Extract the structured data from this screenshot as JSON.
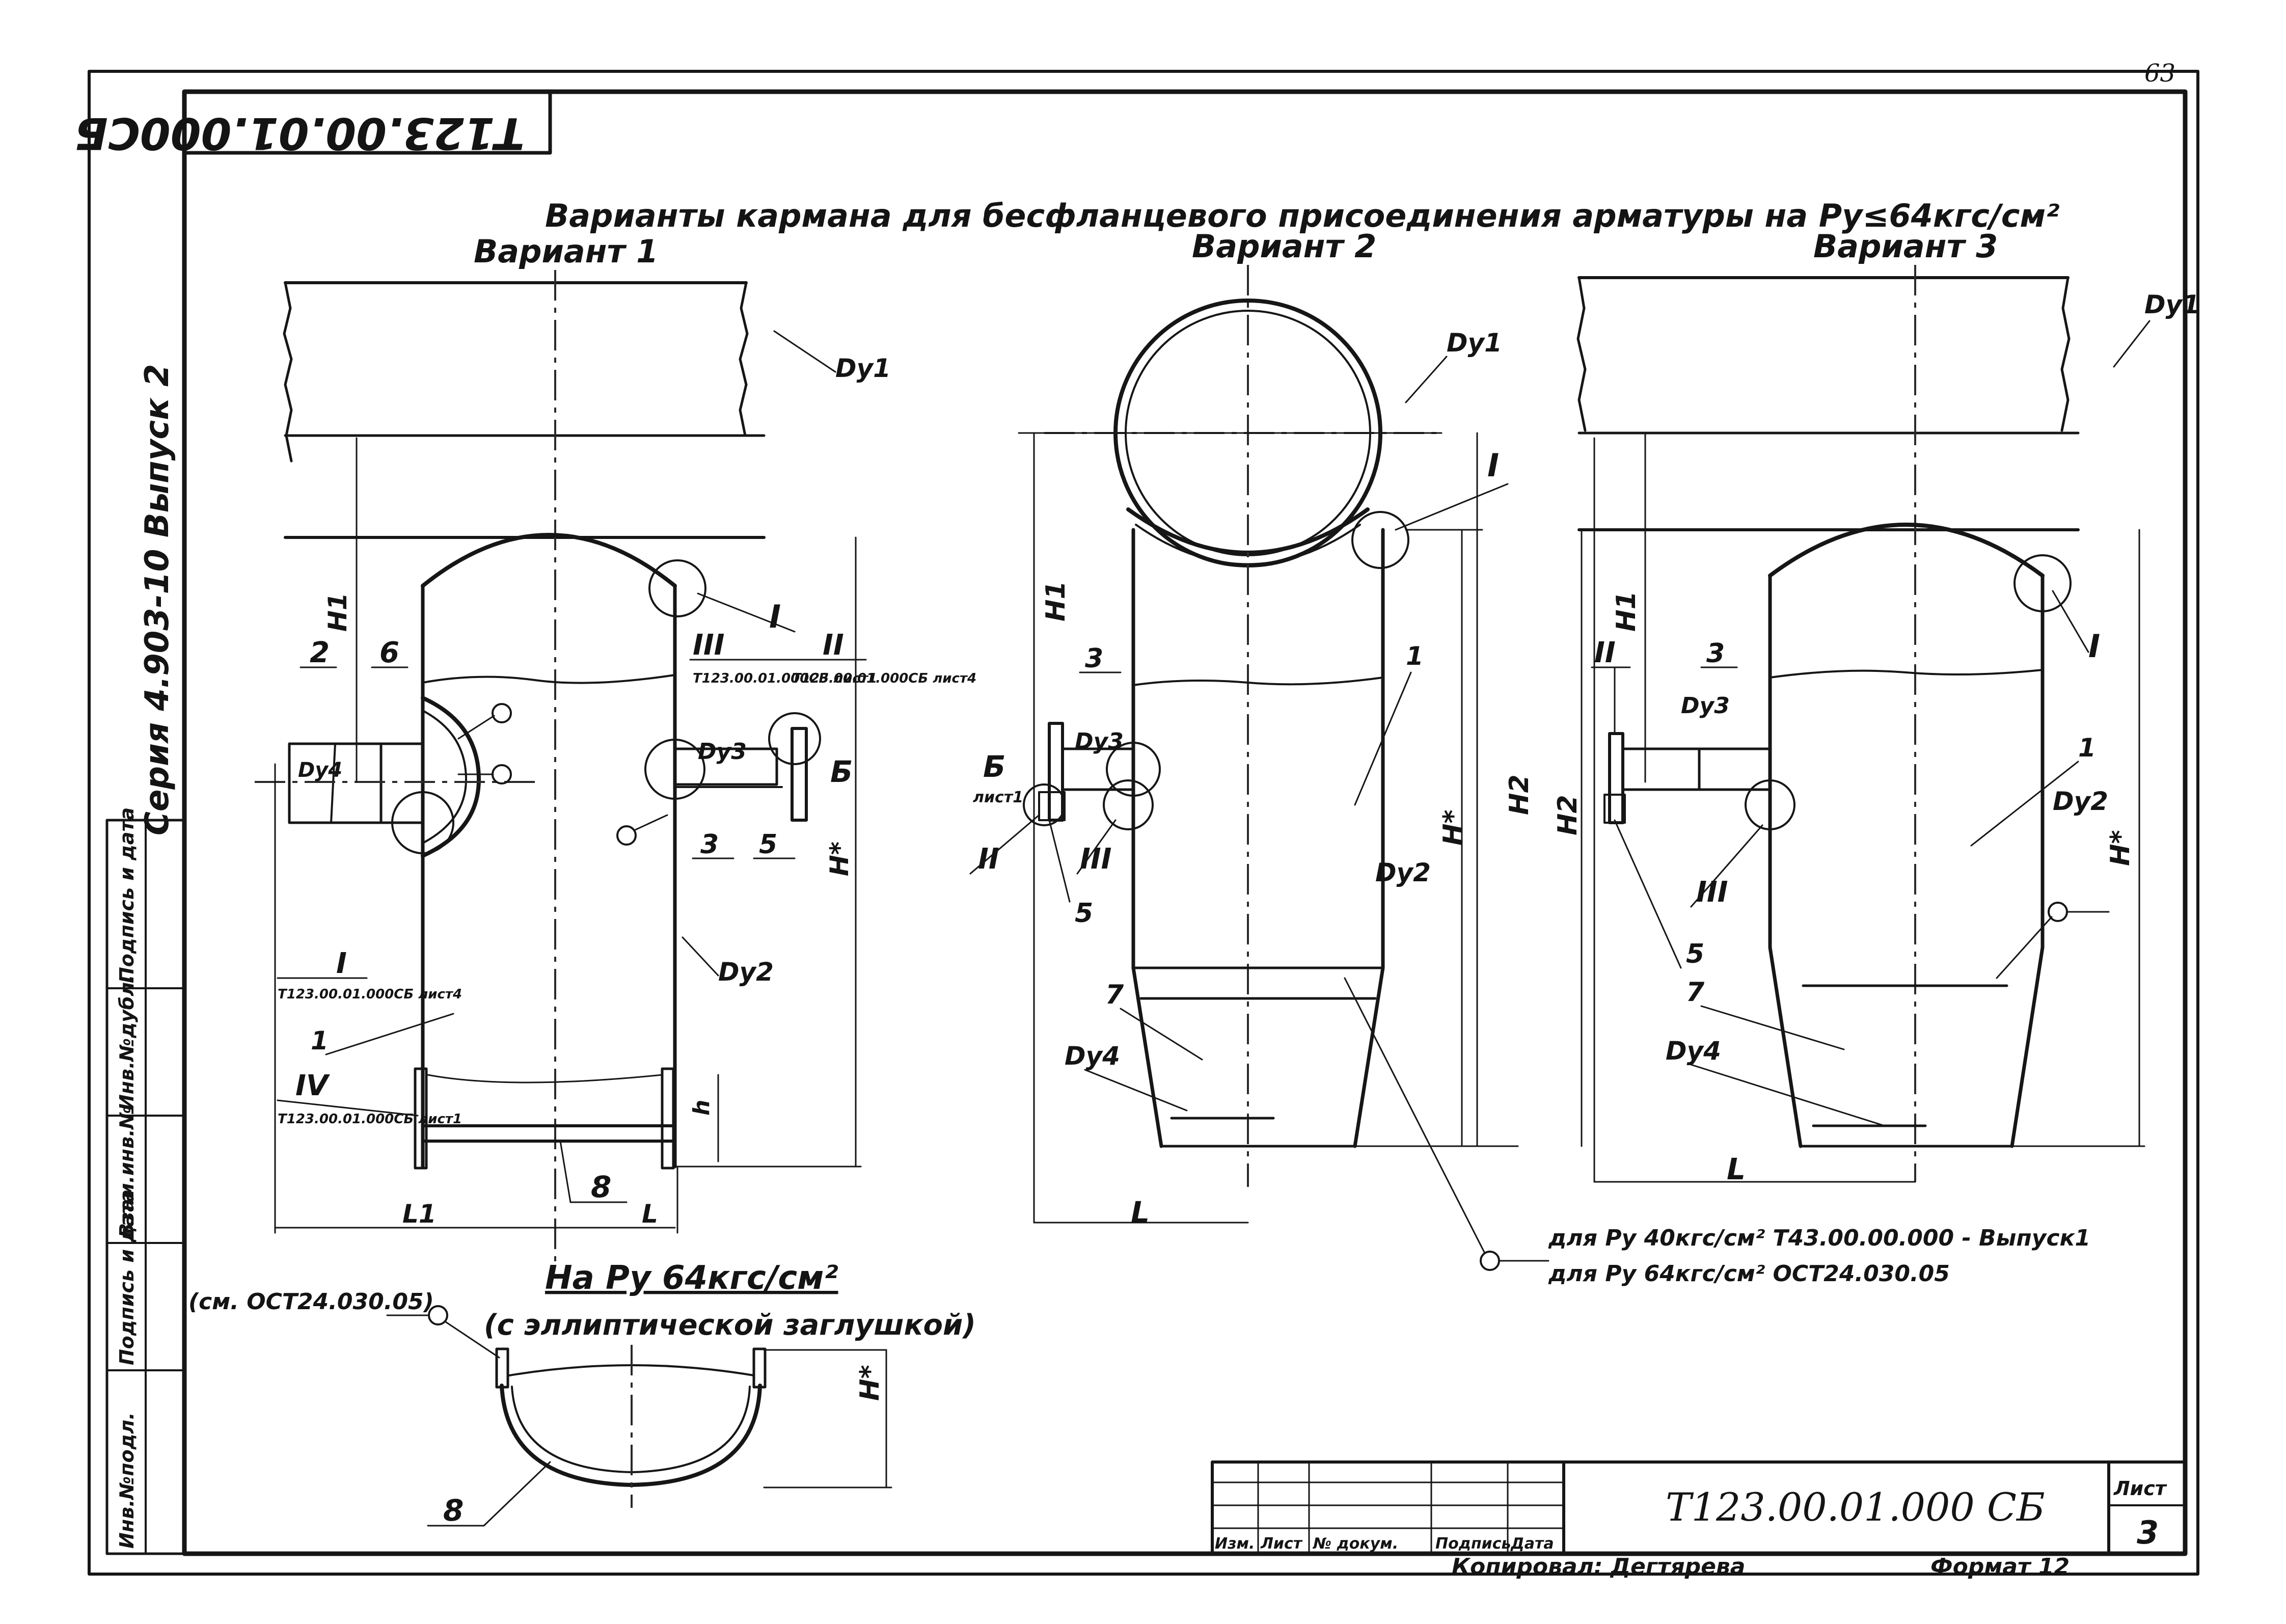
{
  "sheet_number": "63",
  "stamp_mirrored": "Т123.00.01.000СБ",
  "title": "Варианты кармана для бесфланцевого присоединения арматуры на Ру≤64кгс/см²",
  "variants": {
    "v1": "Вариант 1",
    "v2": "Вариант 2",
    "v3": "Вариант 3"
  },
  "side_text": "Серия 4.903-10 Выпуск 2",
  "left_margin_labels": [
    "Инв.№подл.",
    "Подпись и дата",
    "Взам.инв.№",
    "Инв.№дубл.",
    "Подпись и дата"
  ],
  "dims": {
    "H1": "H1",
    "H2": "H2",
    "Hstar": "H*",
    "h": "h",
    "L": "L",
    "L1": "L1"
  },
  "dn": {
    "d1": "Dy1",
    "d2": "Dy2",
    "d3": "Dy3",
    "d4": "Dy4"
  },
  "roman": {
    "I": "I",
    "II": "II",
    "III": "III",
    "IV": "IV"
  },
  "positions": [
    "1",
    "2",
    "3",
    "5",
    "6",
    "7",
    "8"
  ],
  "view_b": "Б",
  "sheet_word": "лист1",
  "refs": {
    "r1": "Т123.00.01.000СБ лист1",
    "r2": "Т123.00.01.000СБ лист4",
    "r3": "Т123.00.01.000СБ лист4",
    "r4": "Т123.00.01.000СБ лист1"
  },
  "note_line1": "для Ру 40кгс/см² Т43.00.00.000 - Выпуск1",
  "note_line2": "для Ру 64кгс/см² ОСТ24.030.05",
  "detail_title": "На Ру 64кгс/см²",
  "detail_subtitle": "(с эллиптической заглушкой)",
  "detail_ref": "(см. ОСТ24.030.05)",
  "title_block": {
    "headers": [
      "Изм.",
      "Лист",
      "№ докум.",
      "Подпись",
      "Дата"
    ],
    "designation": "Т123.00.01.000 СБ",
    "sheet_label": "Лист",
    "sheet_value": "3",
    "copied": "Копировал: Дегтярева",
    "format": "Формат 12"
  }
}
